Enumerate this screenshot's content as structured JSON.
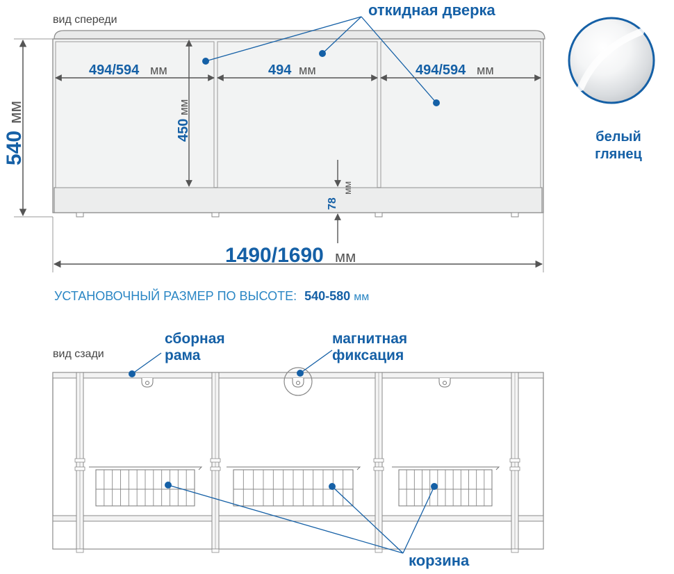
{
  "front_view": {
    "caption": "вид спереди",
    "door_callout": "откидная дверка",
    "height_dim": {
      "value": "540",
      "unit": "мм"
    },
    "width_dim": {
      "value": "1490/1690",
      "unit": "мм"
    },
    "panel_left_dim": {
      "value": "494/594",
      "unit": "мм"
    },
    "panel_middle_dim": {
      "value": "494",
      "unit": "мм"
    },
    "panel_right_dim": {
      "value": "494/594",
      "unit": "мм"
    },
    "door_height_dim": {
      "value": "450",
      "unit": "мм"
    },
    "plinth_dim": {
      "value": "78",
      "unit": "мм"
    }
  },
  "finish": {
    "line1": "белый",
    "line2": "глянец"
  },
  "install_note": {
    "label": "УСТАНОВОЧНЫЙ РАЗМЕР ПО ВЫСОТЕ:",
    "value": "540-580",
    "unit": "мм"
  },
  "rear_view": {
    "caption": "вид сзади",
    "frame_callout_line1": "сборная",
    "frame_callout_line2": "рама",
    "magnet_callout_line1": "магнитная",
    "magnet_callout_line2": "фиксация",
    "basket_callout": "корзина"
  },
  "colors": {
    "accent_blue": "#1560a6",
    "install_text_blue": "#2a86c4",
    "outline_gray": "#8a8a8a",
    "panel_fill": "#f2f3f3",
    "dark_gray": "#555555"
  }
}
